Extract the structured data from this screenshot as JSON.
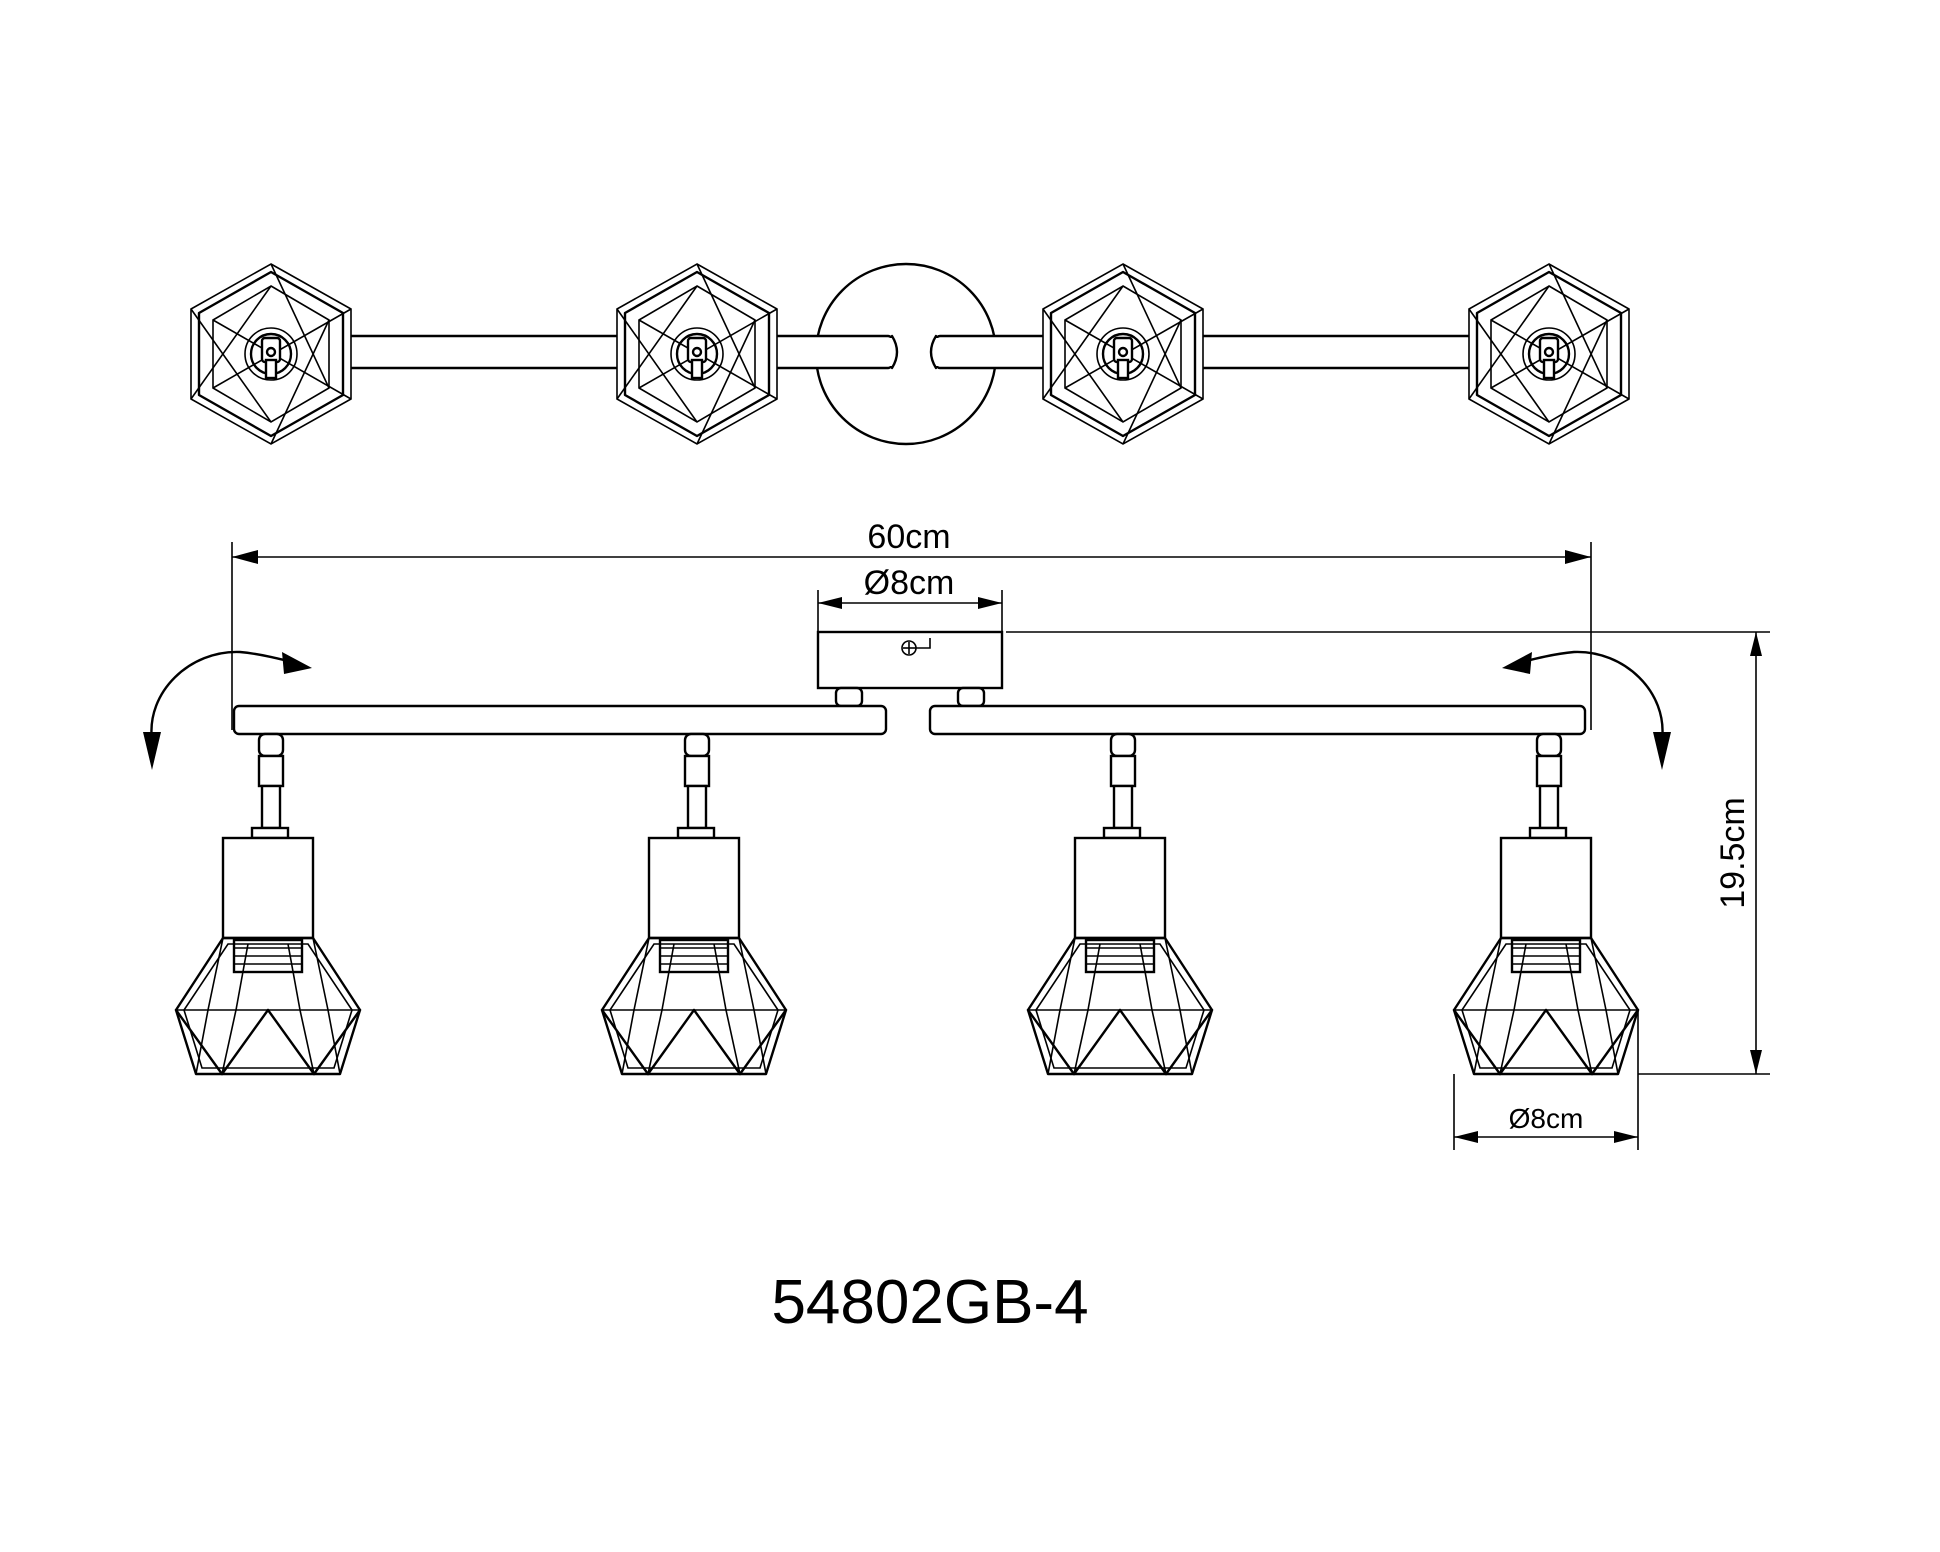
{
  "labels": {
    "overall_width": "60cm",
    "canopy_diameter": "Ø8cm",
    "height": "19.5cm",
    "shade_diameter": "Ø8cm",
    "model": "54802GB-4"
  },
  "top_view": {
    "cage_count": 4,
    "has_canopy": true
  },
  "front_view": {
    "spot_count": 4,
    "rotation_arrows": 2
  },
  "colors": {
    "line": "#000000",
    "background": "#ffffff"
  }
}
